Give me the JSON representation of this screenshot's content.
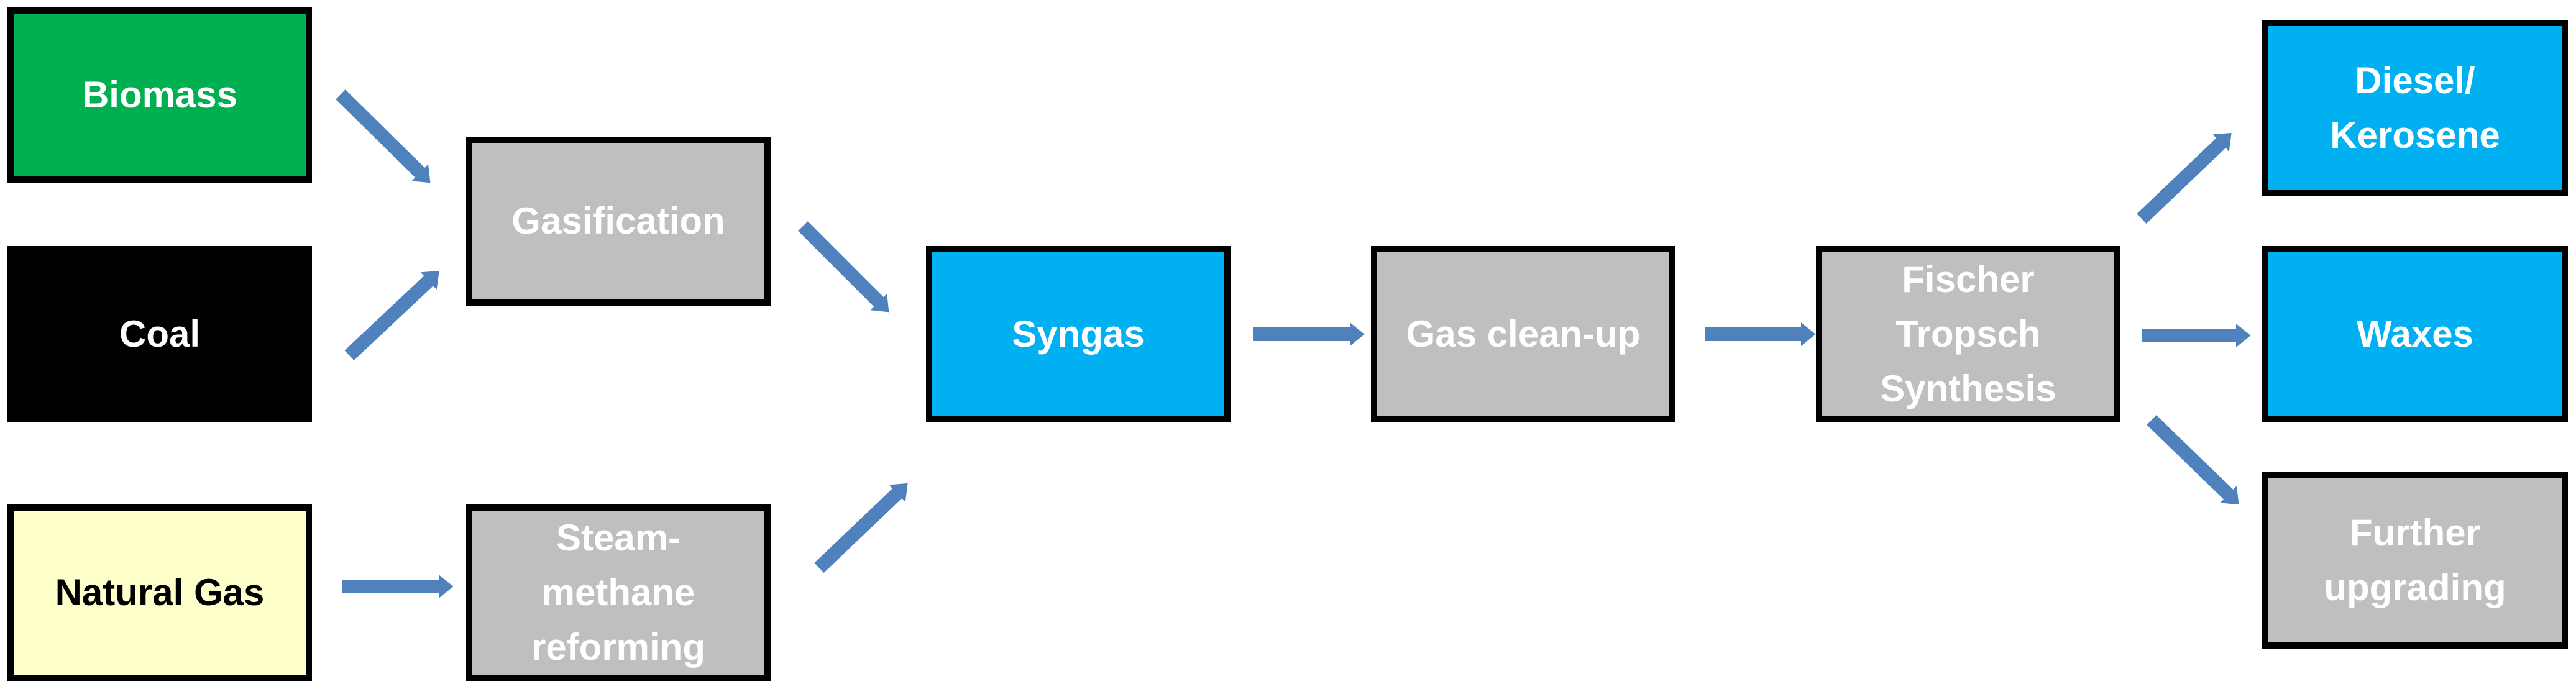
{
  "colors": {
    "green": "#00b050",
    "black": "#000000",
    "cream": "#ffffcc",
    "gray": "#bfbfbf",
    "blue": "#00b0f0",
    "arrow": "#4f81bd",
    "text_light": "#ffffff",
    "text_dark": "#000000",
    "border": "#000000"
  },
  "nodes": {
    "biomass": {
      "label": "Biomass"
    },
    "coal": {
      "label": "Coal"
    },
    "natural_gas": {
      "label": "Natural Gas"
    },
    "gasification": {
      "label": "Gasification"
    },
    "steam_methane": {
      "label": "Steam-\nmethane\nreforming"
    },
    "syngas": {
      "label": "Syngas"
    },
    "gas_cleanup": {
      "label": "Gas clean-up"
    },
    "fischer_tropsch": {
      "label": "Fischer\nTropsch\nSynthesis"
    },
    "diesel": {
      "label": "Diesel/\nKerosene"
    },
    "waxes": {
      "label": "Waxes"
    },
    "upgrading": {
      "label": "Further\nupgrading"
    }
  },
  "edges": [
    {
      "from": "biomass",
      "to": "gasification"
    },
    {
      "from": "coal",
      "to": "gasification"
    },
    {
      "from": "natural_gas",
      "to": "steam_methane"
    },
    {
      "from": "gasification",
      "to": "syngas"
    },
    {
      "from": "steam_methane",
      "to": "syngas"
    },
    {
      "from": "syngas",
      "to": "gas_cleanup"
    },
    {
      "from": "gas_cleanup",
      "to": "fischer_tropsch"
    },
    {
      "from": "fischer_tropsch",
      "to": "diesel"
    },
    {
      "from": "fischer_tropsch",
      "to": "waxes"
    },
    {
      "from": "fischer_tropsch",
      "to": "upgrading"
    }
  ]
}
